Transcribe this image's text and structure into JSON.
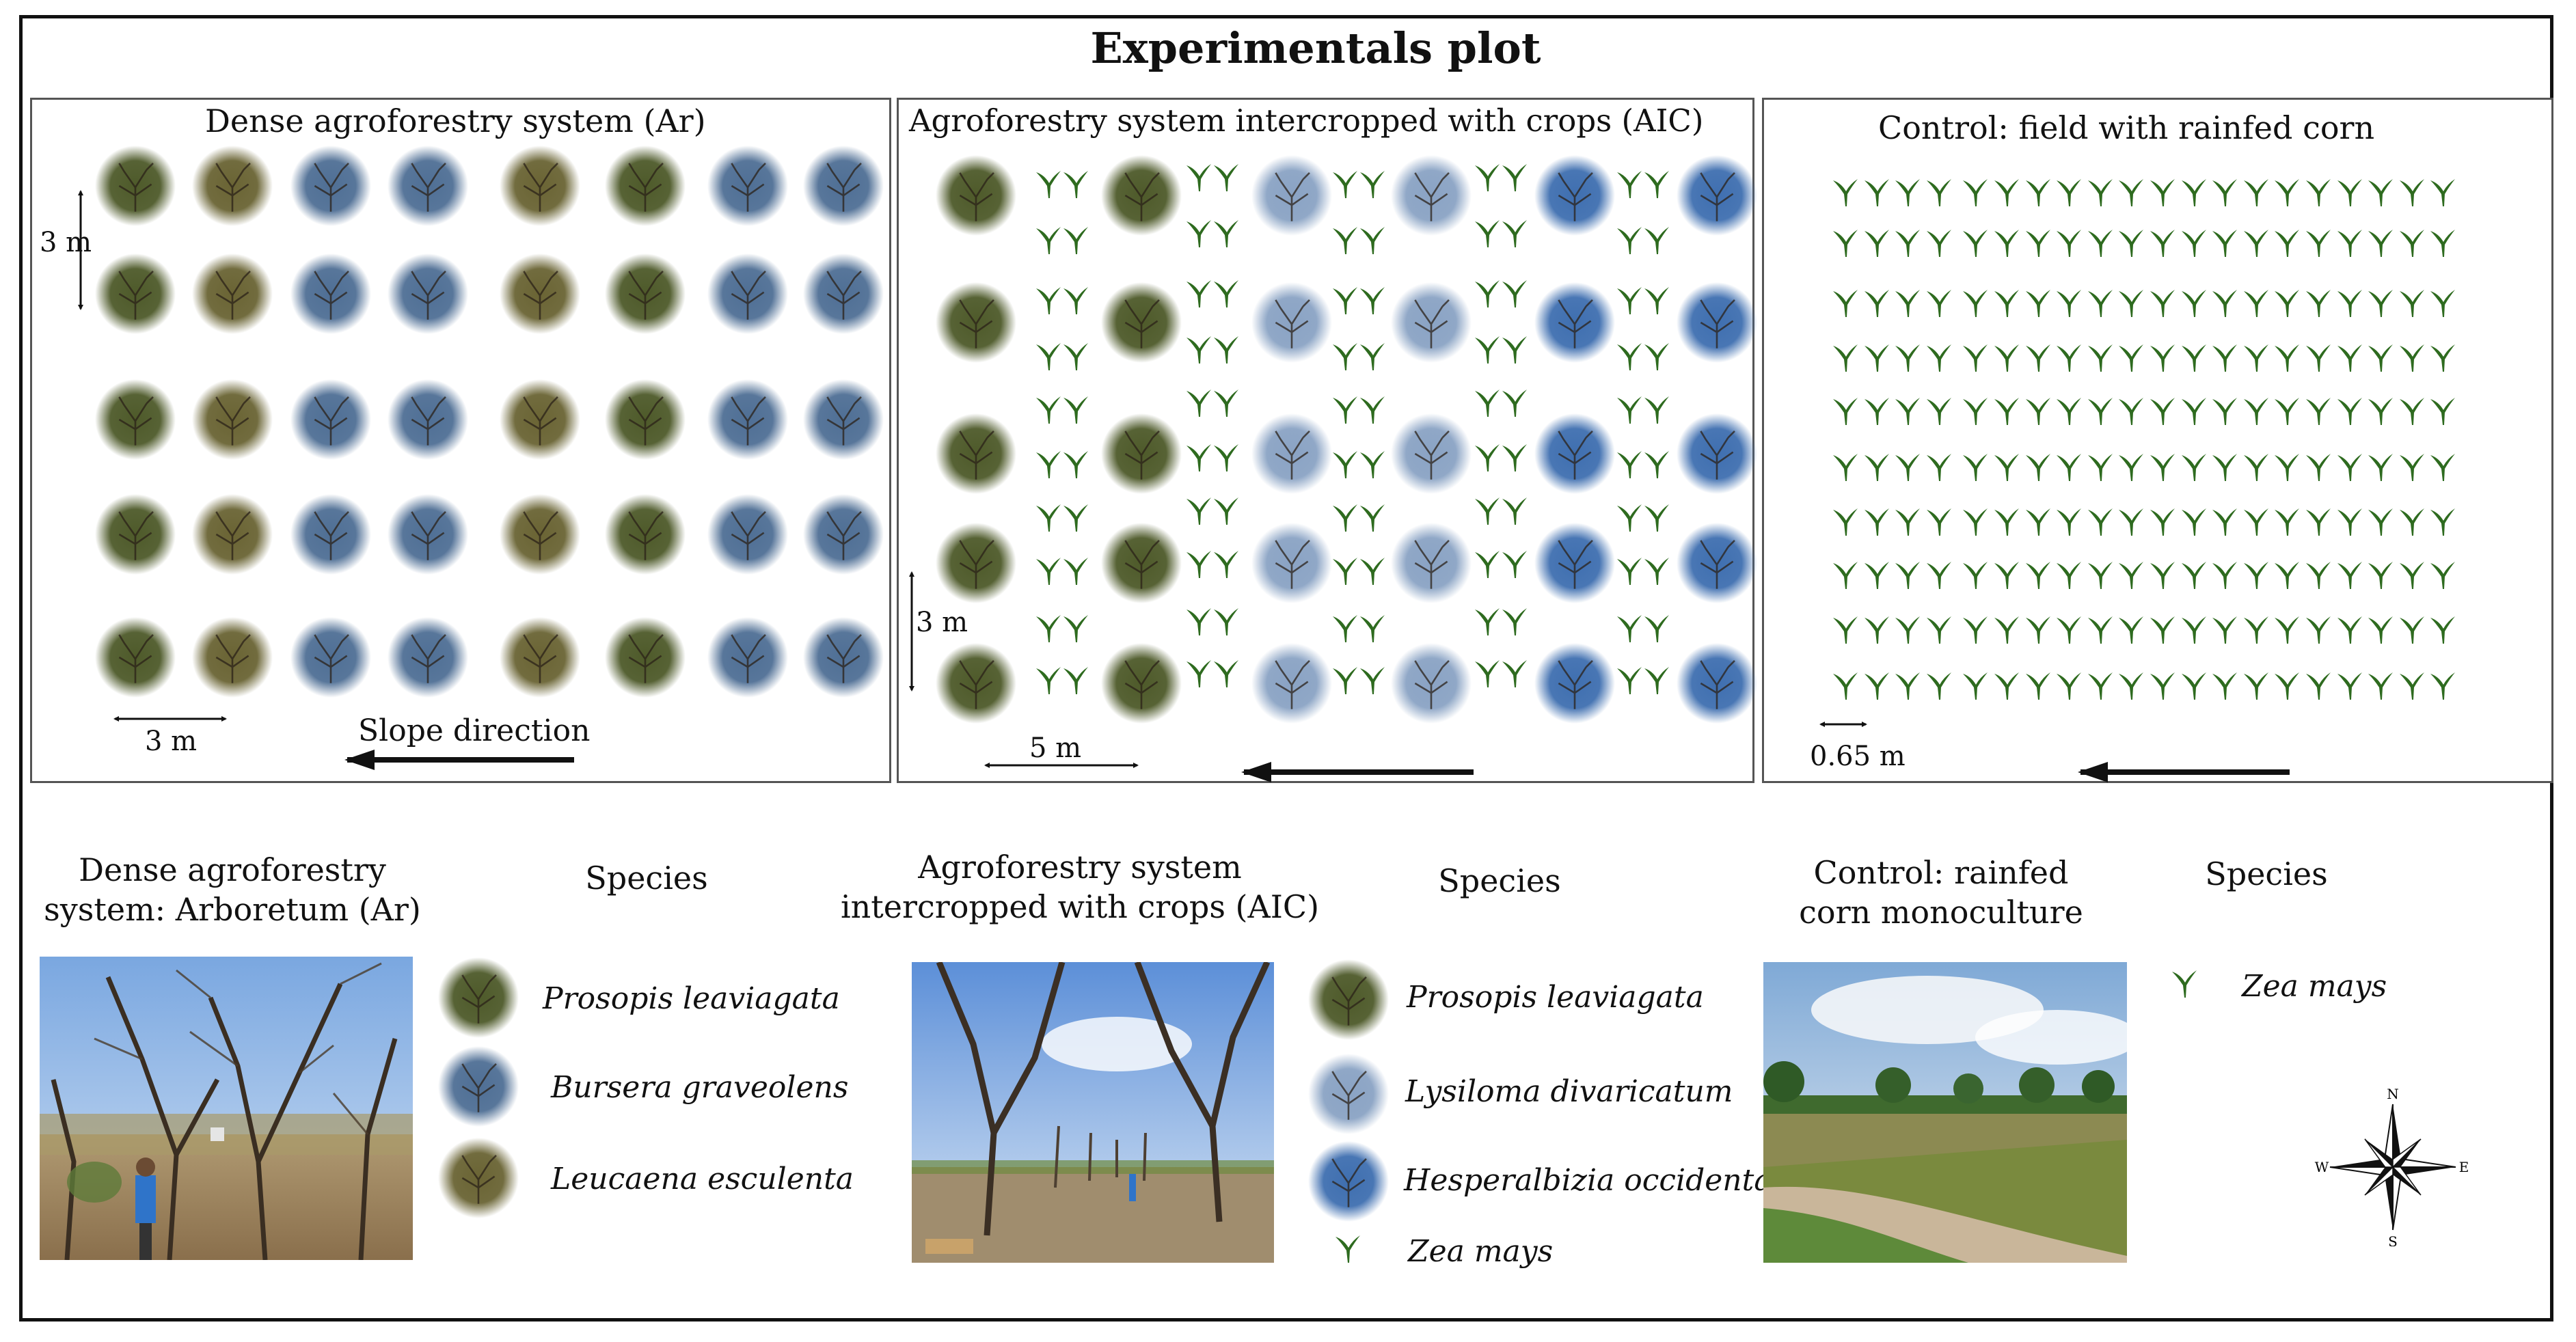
{
  "title": "Experimentals plot",
  "panels": {
    "ar": {
      "title": "Dense agroforestry system (Ar)",
      "spacing_v": "3 m",
      "spacing_h": "3 m",
      "slope_label": "Slope direction"
    },
    "aic": {
      "title": "Agroforestry system intercropped with crops (AIC)",
      "spacing_v": "3 m",
      "spacing_h": "5 m"
    },
    "control": {
      "title": "Control: field with rainfed corn",
      "spacing_h": "0.65 m"
    }
  },
  "legends": {
    "ar": {
      "caption_line1": "Dense agroforestry",
      "caption_line2": "system: Arboretum (Ar)",
      "species_header": "Species",
      "species": [
        "Prosopis leaviagata",
        "Bursera graveolens",
        "Leucaena esculenta"
      ]
    },
    "aic": {
      "caption_line1": "Agroforestry system",
      "caption_line2": "intercropped with crops (AIC)",
      "species_header": "Species",
      "species": [
        "Prosopis leaviagata",
        "Lysiloma divaricatum",
        "Hesperalbizia occidentalis",
        "Zea mays"
      ]
    },
    "control": {
      "caption_line1": "Control: rainfed",
      "caption_line2": "corn monoculture",
      "species_header": "Species",
      "species": [
        "Zea mays"
      ]
    }
  },
  "compass": {
    "n": "N",
    "s": "S",
    "e": "E",
    "w": "W"
  },
  "colors": {
    "maize": "#2e6b1f",
    "prosopis": "#4e5a2a",
    "bursera": "#4f6f95",
    "leucaena": "#6a6434",
    "lysiloma": "#8aa3c4",
    "hesperalbizia": "#3f6fb0"
  }
}
